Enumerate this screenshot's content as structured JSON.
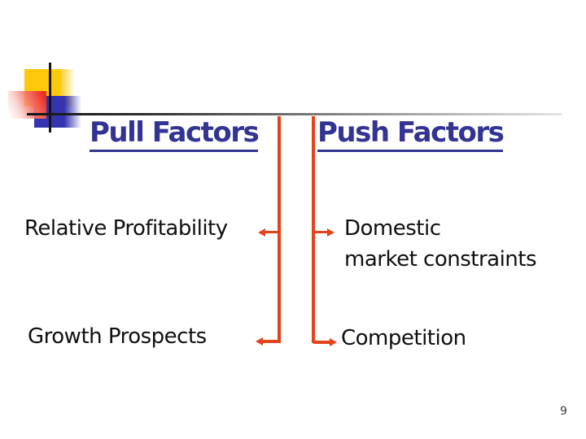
{
  "slide": {
    "page_number": "9"
  },
  "columns": {
    "pull": {
      "heading": "Pull Factors",
      "items": [
        {
          "label": "Relative Profitability",
          "lines": [
            "Relative Profitability"
          ]
        },
        {
          "label": "Growth Prospects",
          "lines": [
            "Growth Prospects"
          ]
        }
      ]
    },
    "push": {
      "heading": "Push Factors",
      "items": [
        {
          "label": "Domestic market constraints",
          "lines": [
            "Domestic",
            "market constraints"
          ]
        },
        {
          "label": "Competition",
          "lines": [
            "Competition"
          ]
        }
      ]
    }
  },
  "colors": {
    "heading_text": "#333394",
    "body_text": "#0f0f0f",
    "connector_red": "#e3421b",
    "decor_yellow": "#ffc808",
    "decor_blue": "#3434b0",
    "decor_red": "#ee2b1e",
    "decor_line_black": "#141414"
  }
}
